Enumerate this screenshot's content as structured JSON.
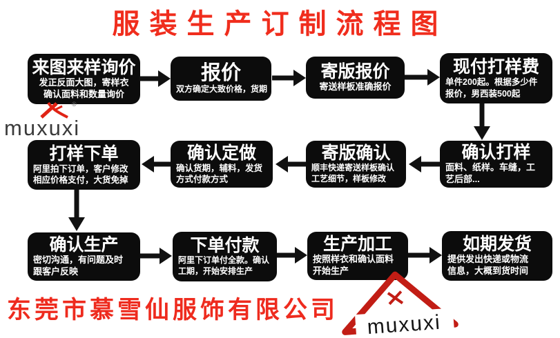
{
  "page_title": "服装生产订制流程图",
  "company_name": "东莞市慕雪仙服饰有限公司",
  "logo": {
    "text": "muxuxi",
    "registered_mark": "®"
  },
  "stamp": {
    "text": "muxuxi"
  },
  "colors": {
    "accent_red": "#f02d1d",
    "company_red": "#ee2b1e",
    "stamp_red": "#c21d15",
    "box_bg": "#0c0c0c",
    "box_text": "#ffffff",
    "logo_text": "#3b3b3b"
  },
  "icons": {
    "arrow_right": "→",
    "arrow_left": "←",
    "arrow_down": "↓",
    "bird": "red-bird-brush-mark",
    "stamp_shape": "red-triangle-stamp"
  },
  "boxes": [
    {
      "title": "来图来样询价",
      "line1": "发正反面大图，寄样衣",
      "line2": "确认面料和数量询价"
    },
    {
      "title": "报价",
      "line1": "双方确定大致价格，货期",
      "line2": ""
    },
    {
      "title": "寄版报价",
      "line1": "寄送样板准确报价",
      "line2": ""
    },
    {
      "title": "现付打样费",
      "line1": "单件200起。根据多少件",
      "line2": "报价，男西装500起"
    },
    {
      "title": "确认打样",
      "line1": "面料、纸样。车缝，工",
      "line2": "艺后部..."
    },
    {
      "title": "寄版确认",
      "line1": "顺丰快递寄送样板确认",
      "line2": "工艺细节，样板修改"
    },
    {
      "title": "确认定做",
      "line1": "确认货期，辅料，发货",
      "line2": "方式付款方式"
    },
    {
      "title": "打样下单",
      "line1": "阿里拍下订单，客户修改",
      "line2": "相应价格支付，大货免掉"
    },
    {
      "title": "确认生产",
      "line1": "密切沟通，有问题及时",
      "line2": "跟客户反映"
    },
    {
      "title": "下单付款",
      "line1": "阿里下订单付全款。确认",
      "line2": "工期，开始安排生产"
    },
    {
      "title": "生产加工",
      "line1": "按照样衣和确认面料",
      "line2": "开始生产"
    },
    {
      "title": "如期发货",
      "line1": "提供发出快递或物流",
      "line2": "信息，大概到货时间"
    }
  ]
}
